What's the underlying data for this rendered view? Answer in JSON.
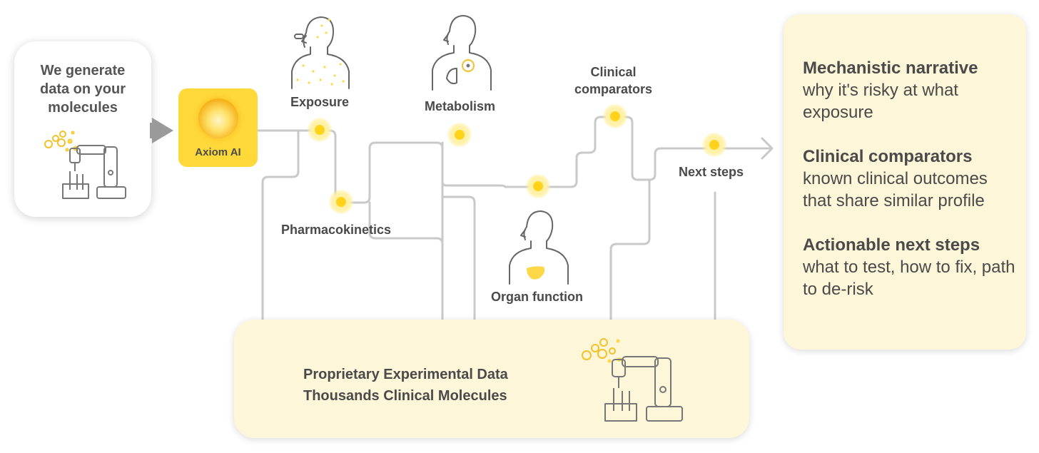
{
  "input_card": {
    "lines": [
      "We generate",
      "data on your",
      "molecules"
    ],
    "icon": "lab-robot-icon"
  },
  "axiom": {
    "label": "Axiom AI",
    "icon": "ai-orb-icon"
  },
  "nodes": {
    "exposure": "Exposure",
    "pharmacokinetics": "Pharmacokinetics",
    "metabolism": "Metabolism",
    "organ_function": "Organ function",
    "clinical_comparators": [
      "Clinical",
      "comparators"
    ],
    "next_steps": "Next steps"
  },
  "database": {
    "lines": [
      "Proprietary Experimental Data",
      "Thousands Clinical Molecules"
    ],
    "icon": "lab-robot-icon"
  },
  "outputs": [
    {
      "heading": "Mechanistic narrative",
      "body": "why it's risky at what exposure"
    },
    {
      "heading": "Clinical comparators",
      "body": "known clinical outcomes that share similar profile"
    },
    {
      "heading": "Actionable next steps",
      "body": "what to test, how to fix, path to de-risk"
    }
  ],
  "colors": {
    "accent": "#ffd21c",
    "panel": "#fdf6d8",
    "line": "#c8c8c8",
    "text": "#4a4a4a"
  }
}
